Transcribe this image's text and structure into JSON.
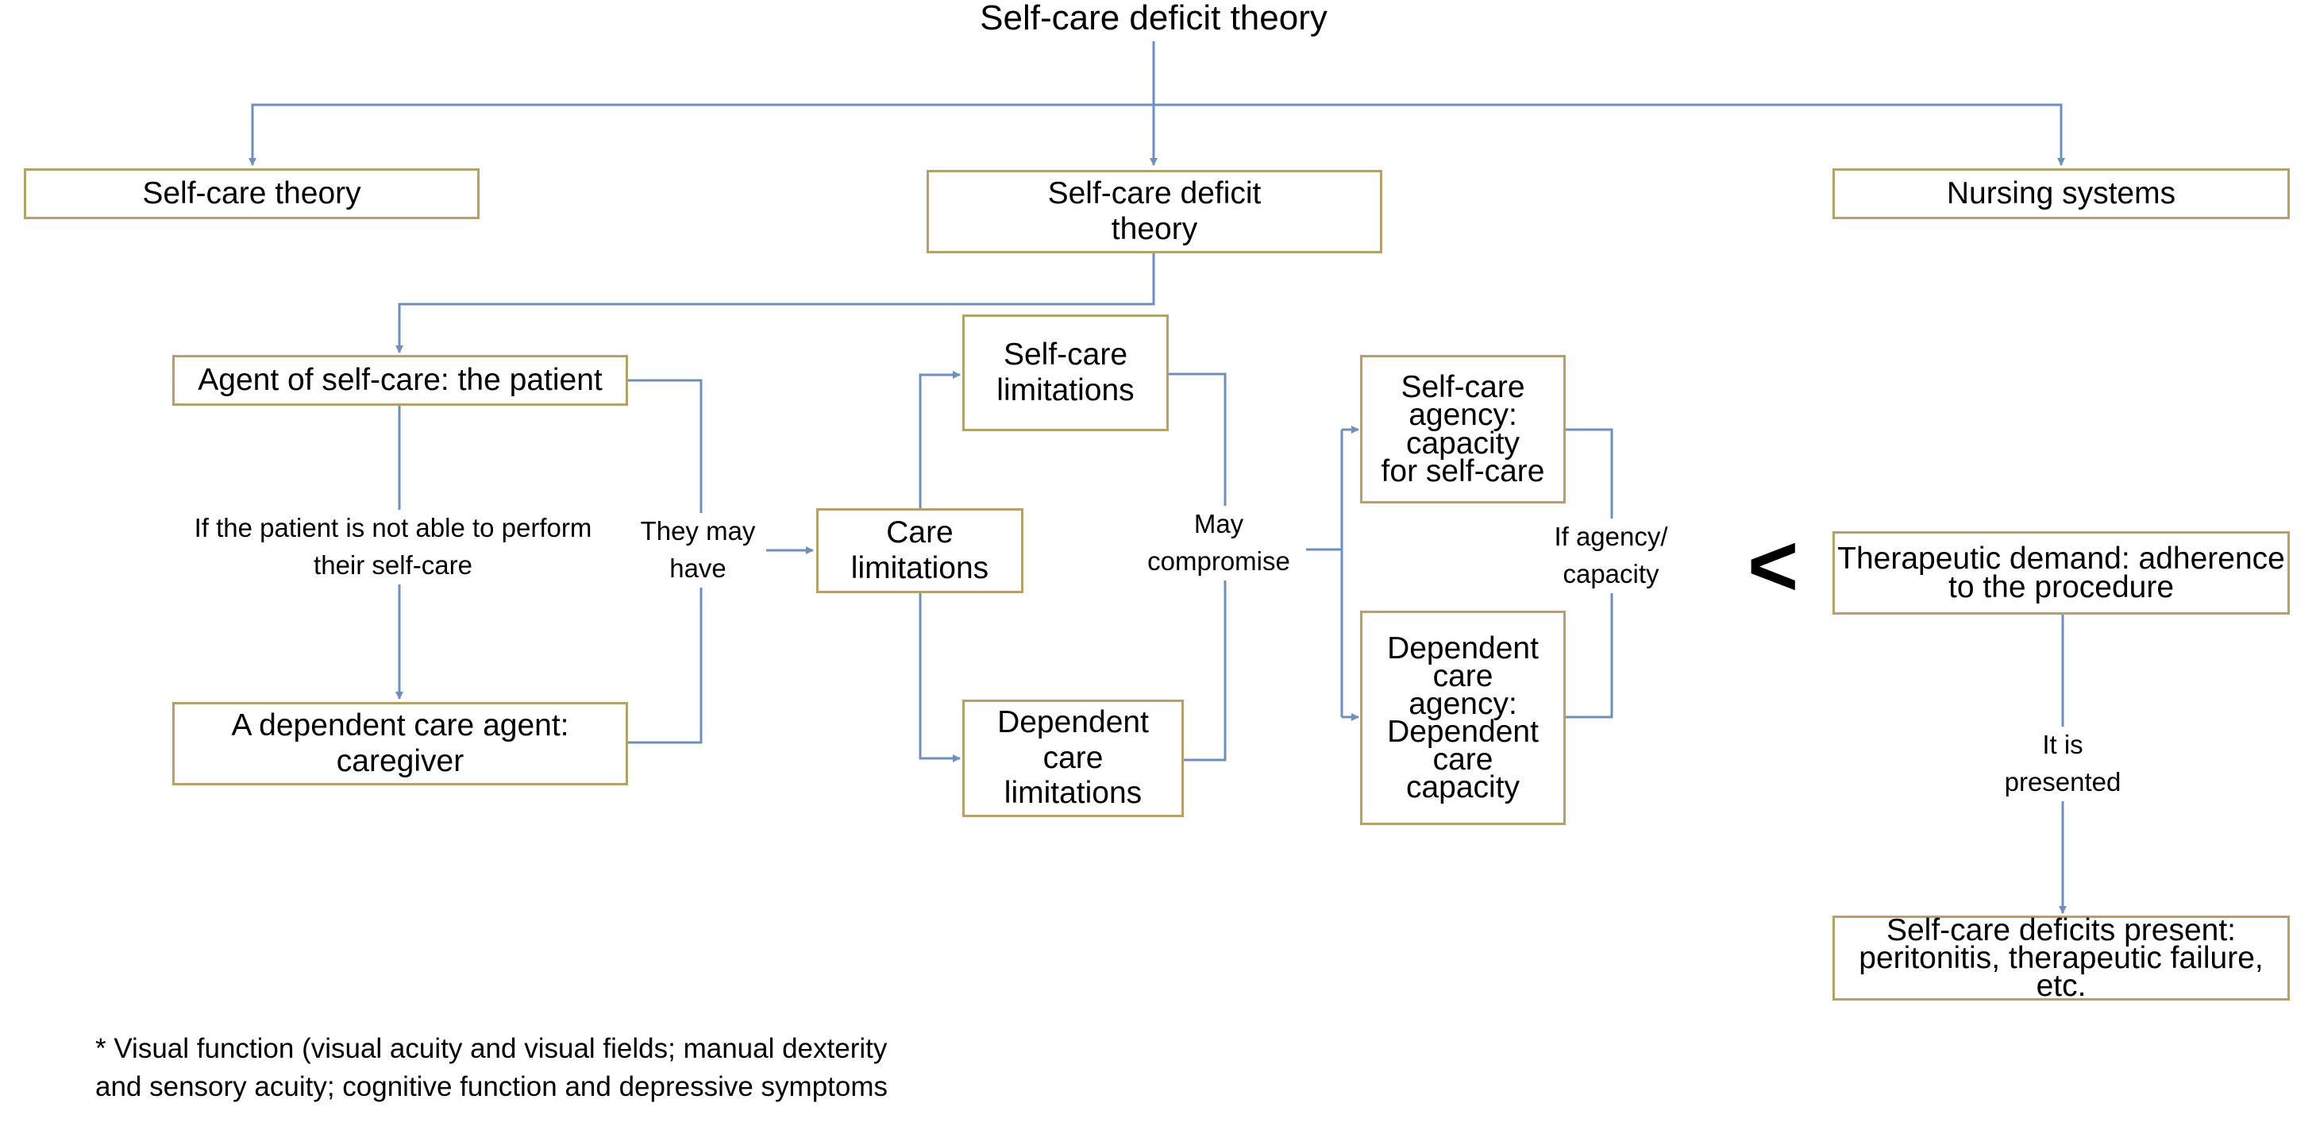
{
  "title": "Self-care deficit theory",
  "boxes": {
    "self_care_theory": "Self-care theory",
    "self_care_deficit_theory": "Self-care deficit\ntheory",
    "nursing_systems": "Nursing systems",
    "agent_of_self_care": "Agent of self-care: the patient",
    "dependent_care_agent": "A dependent care agent:\ncaregiver",
    "care_limitations": "Care\nlimitations",
    "self_care_limitations": "Self-care\nlimitations",
    "dependent_care_limitations": "Dependent\ncare\nlimitations",
    "self_care_agency": "Self-care\nagency:\ncapacity\nfor self-care",
    "dependent_care_agency": "Dependent\ncare\nagency:\nDependent\ncare\ncapacity",
    "therapeutic_demand": "Therapeutic demand: adherence\nto the procedure",
    "self_care_deficits_present": "Self-care deficits present:\nperitonitis, therapeutic failure, etc."
  },
  "labels": {
    "not_able": "If the patient is not able to perform\ntheir self-care",
    "they_may_have": "They may\nhave",
    "may_compromise": "May\ncompromise",
    "if_agency": "If agency/\ncapacity",
    "it_is_presented": "It is\npresented",
    "less_than": "<"
  },
  "footnote": "* Visual function (visual acuity and visual fields; manual dexterity\n and sensory acuity; cognitive function and depressive symptoms",
  "colors": {
    "connector": "#6f8fbf",
    "box_border": "#b8a06a"
  }
}
